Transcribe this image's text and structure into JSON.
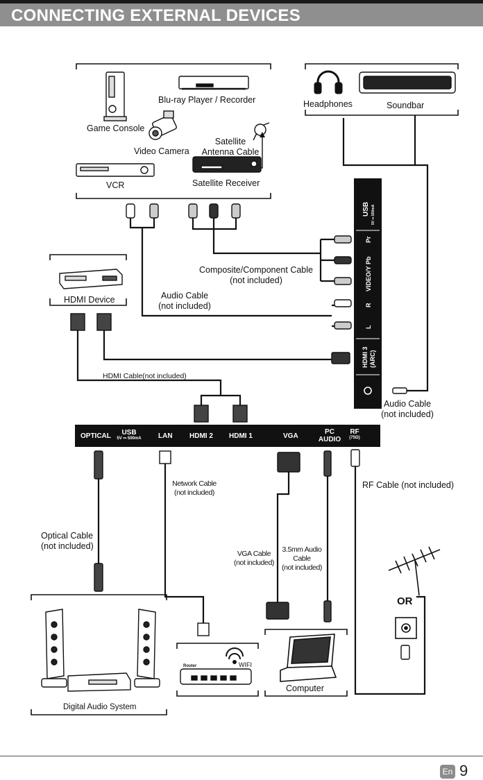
{
  "header": {
    "title": "CONNECTING EXTERNAL DEVICES"
  },
  "devices": {
    "bluray": "Blu-ray Player / Recorder",
    "game_console": "Game Console",
    "video_camera": "Video Camera",
    "satellite_antenna_cable": [
      "Satellite",
      "Antenna Cable"
    ],
    "vcr": "VCR",
    "satellite_receiver": "Satellite Receiver",
    "headphones": "Headphones",
    "soundbar": "Soundbar",
    "hdmi_device": "HDMI Device",
    "digital_audio_system": "Digital Audio System",
    "computer": "Computer",
    "router": "Router",
    "wifi": "WIFI",
    "or": "OR"
  },
  "cables": {
    "composite_component": [
      "Composite/Component Cable",
      "(not included)"
    ],
    "audio_cable_left": [
      "Audio Cable",
      "(not included)"
    ],
    "hdmi_cable": "HDMI Cable(not included)",
    "audio_cable_right": [
      "Audio Cable",
      "(not included)"
    ],
    "network_cable": [
      "Network Cable",
      "(not included)"
    ],
    "rf_cable": "RF Cable (not included)",
    "optical_cable": [
      "Optical Cable",
      "(not included)"
    ],
    "vga_cable": [
      "VGA Cable",
      "(not included)"
    ],
    "audio_35mm": [
      "3.5mm Audio",
      "Cable",
      "(not included)"
    ]
  },
  "bottom_ports": {
    "optical": "OPTICAL",
    "usb": "USB",
    "usb_rating": "5V ⎓ 500mA",
    "lan": "LAN",
    "hdmi2": "HDMI 2",
    "hdmi1": "HDMI 1",
    "vga": "VGA",
    "pc_audio": [
      "PC",
      "AUDIO"
    ],
    "rf": "RF",
    "rf_rating": "(75Ω)"
  },
  "side_ports": {
    "usb": "USB",
    "usb_rating": "5V ⎓ 500mA",
    "pr": "Pr",
    "pb": "Pb",
    "video_y": "VIDEO/Y",
    "r": "R",
    "l": "L",
    "hdmi3": "HDMI 3",
    "arc": "(ARC)"
  },
  "footer": {
    "lang": "En",
    "page": "9"
  }
}
